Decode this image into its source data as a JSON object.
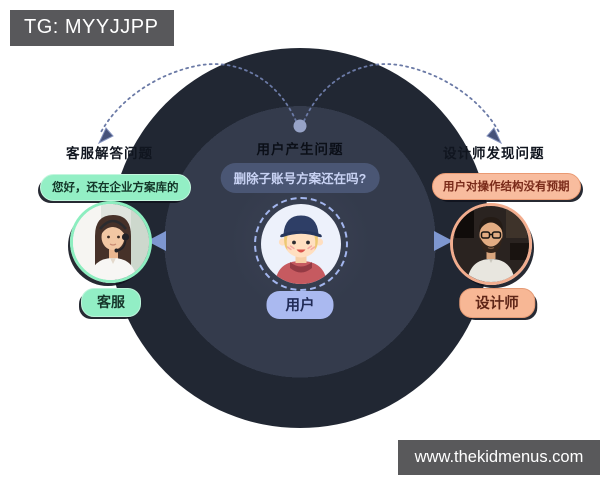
{
  "header": {
    "badge": "TG: MYYJJPP"
  },
  "footer": {
    "website": "www.thekidmenus.com"
  },
  "flow": {
    "origin_label": "用户产生问题",
    "left_step_label": "客服解答问题",
    "right_step_label": "设计师发现问题"
  },
  "center": {
    "bubble": "删除子账号方案还在吗?",
    "label": "用户"
  },
  "customer_service": {
    "bubble": "您好，还在企业方案库的",
    "label": "客服"
  },
  "designer": {
    "bubble": "用户对操作结构没有预期",
    "label": "设计师"
  },
  "colors": {
    "circle_outer": "#0d1018",
    "circle_mid": "#212733",
    "circle_inner": "#343b4c",
    "arrow_blue": "#7e97d0",
    "dotted_arc": "#6b7aa6",
    "green_accent": "#93efc5",
    "salmon_accent": "#f7b795",
    "center_bubble_bg": "#4a5674",
    "badge_bg": "#58585b"
  }
}
